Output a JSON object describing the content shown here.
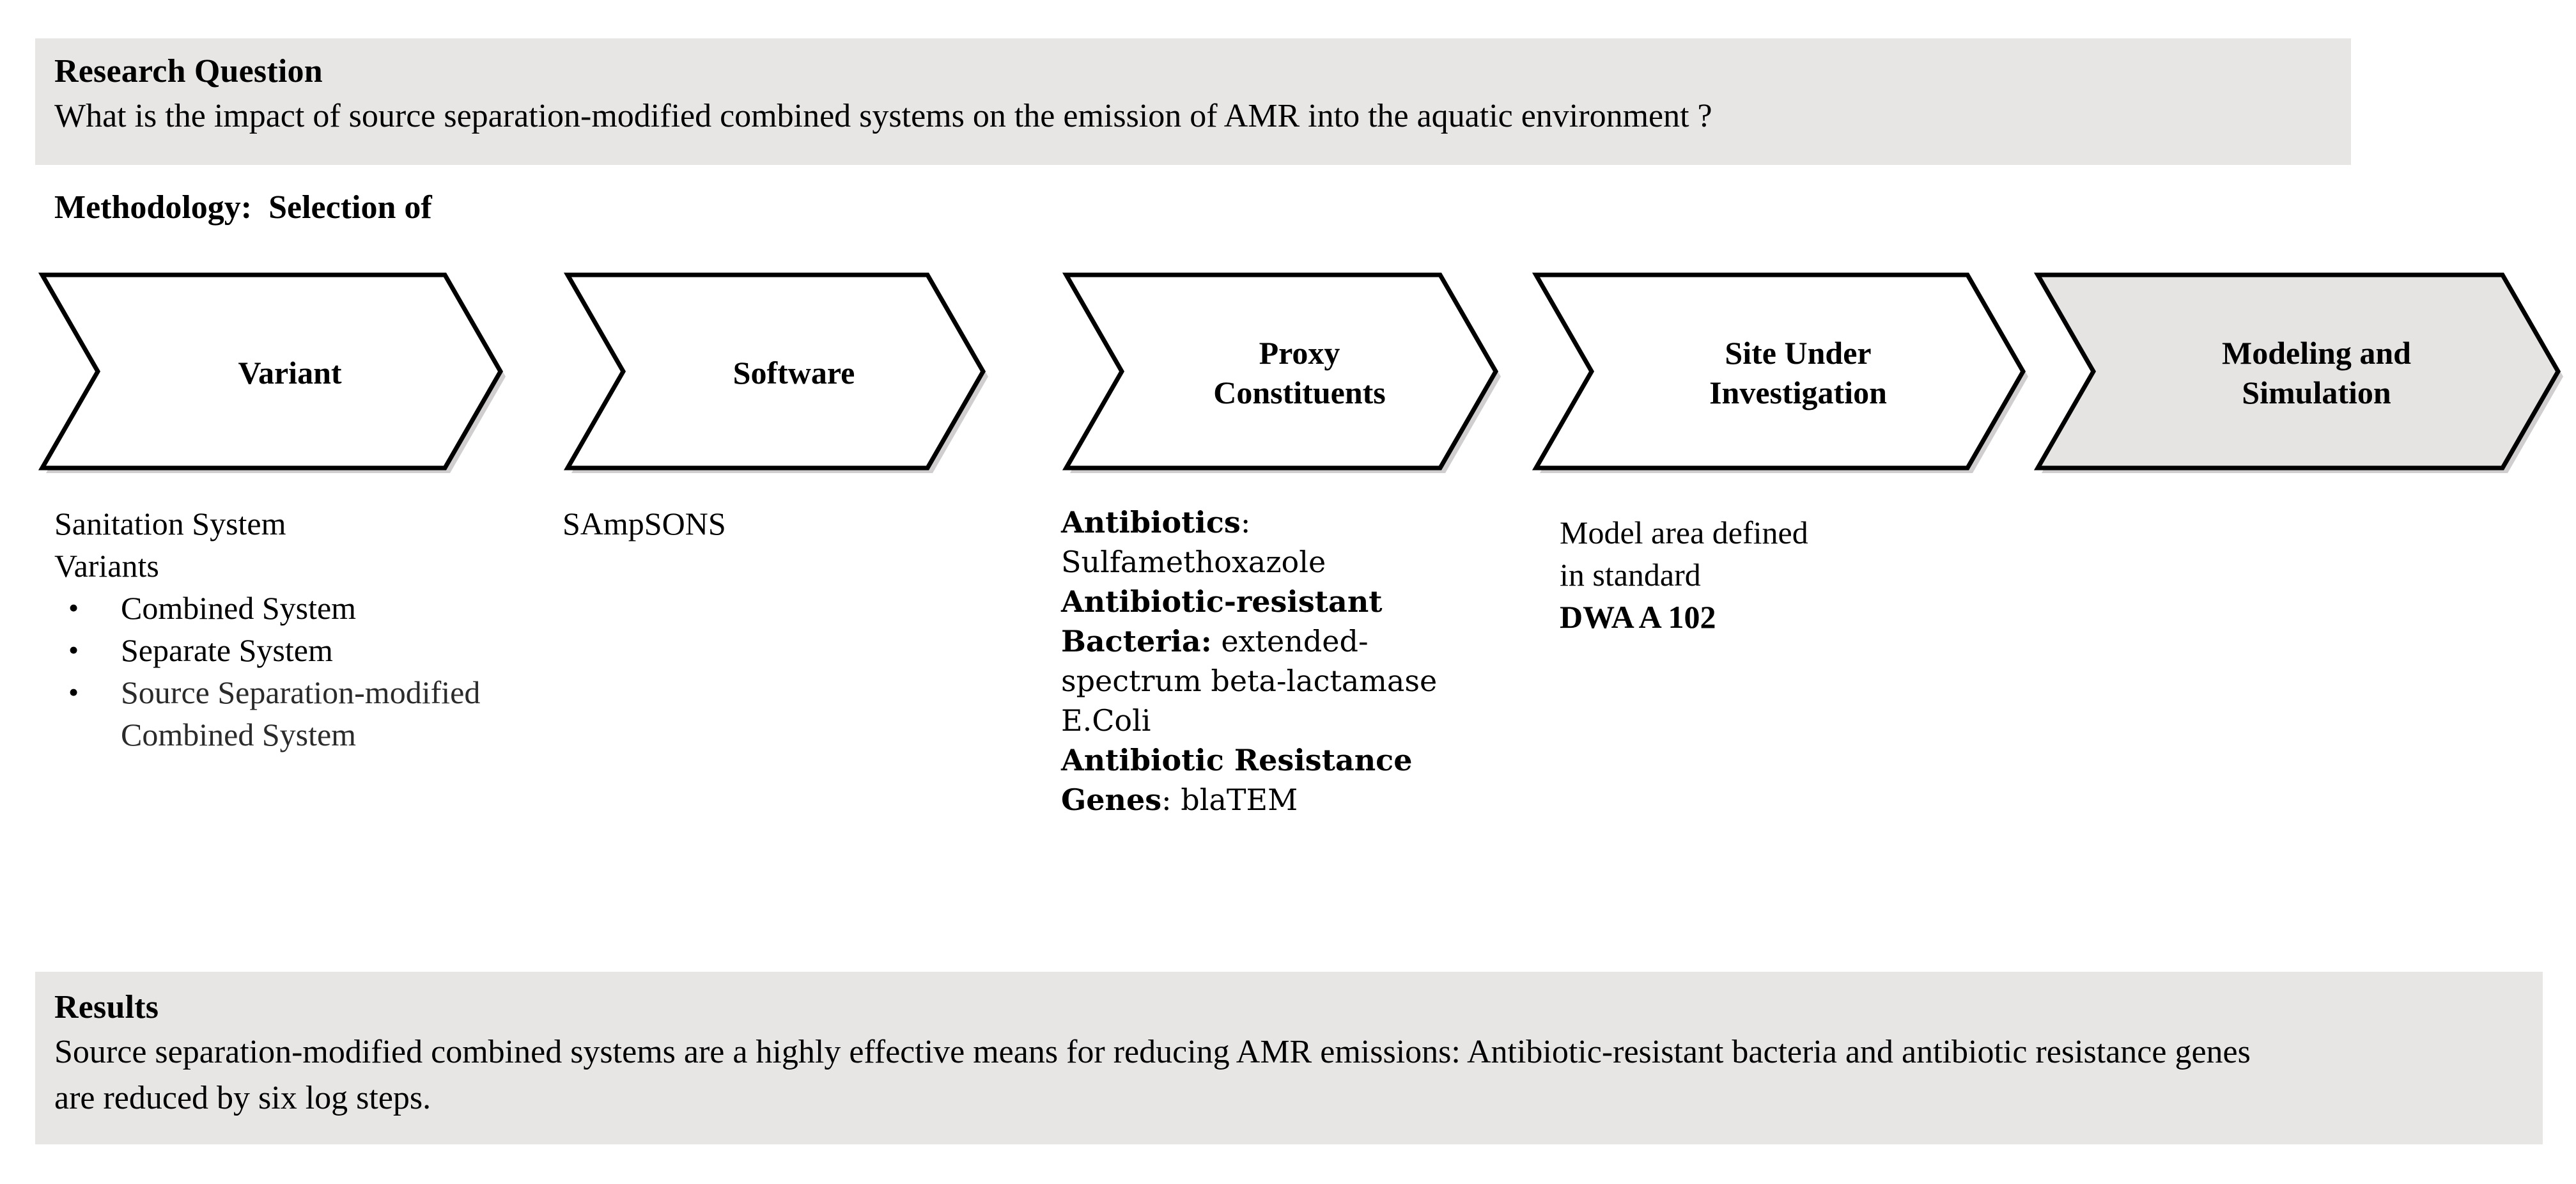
{
  "research": {
    "title": "Research Question",
    "question": "What is the impact of source separation-modified combined systems on the emission of AMR into the aquatic environment ?",
    "band_color": "#e8e5e5"
  },
  "methodology": {
    "heading": "Methodology:  Selection of"
  },
  "process": {
    "steps": [
      {
        "label": "Variant",
        "filled": false,
        "fill_color": "#ffffff"
      },
      {
        "label": "Software",
        "filled": false,
        "fill_color": "#ffffff"
      },
      {
        "label": "Proxy\nConstituents",
        "filled": false,
        "fill_color": "#ffffff"
      },
      {
        "label": "Site Under\nInvestigation",
        "filled": false,
        "fill_color": "#ffffff"
      },
      {
        "label": "Modeling and\nSimulation",
        "filled": true,
        "fill_color": "#e6e3e3"
      }
    ]
  },
  "columns": {
    "variant": {
      "intro_line1": "Sanitation System",
      "intro_line2": "Variants",
      "bullet_glyph": "•",
      "bullets": [
        "Combined System",
        "Separate System",
        "Source Separation-modified Combined System"
      ]
    },
    "software": {
      "value": "SAmpSONS"
    },
    "proxy": {
      "entries": [
        {
          "term": "Antibiotics",
          "sep": ": ",
          "value": "Sulfamethoxazole"
        },
        {
          "term": "Antibiotic-resistant Bacteria:",
          "sep": " ",
          "value": "extended-spectrum beta-lactamase E.Coli"
        },
        {
          "term": "Antibiotic Resistance Genes",
          "sep": ": ",
          "value": "blaTEM"
        }
      ]
    },
    "site": {
      "line1": "Model area defined",
      "line2": "in standard",
      "standard": "DWA A 102"
    }
  },
  "results": {
    "title": "Results",
    "text": "Source separation-modified combined systems are a highly effective means for reducing AMR emissions: Antibiotic-resistant bacteria and antibiotic resistance genes are reduced by six log steps.",
    "band_color": "#e8e5e5"
  }
}
